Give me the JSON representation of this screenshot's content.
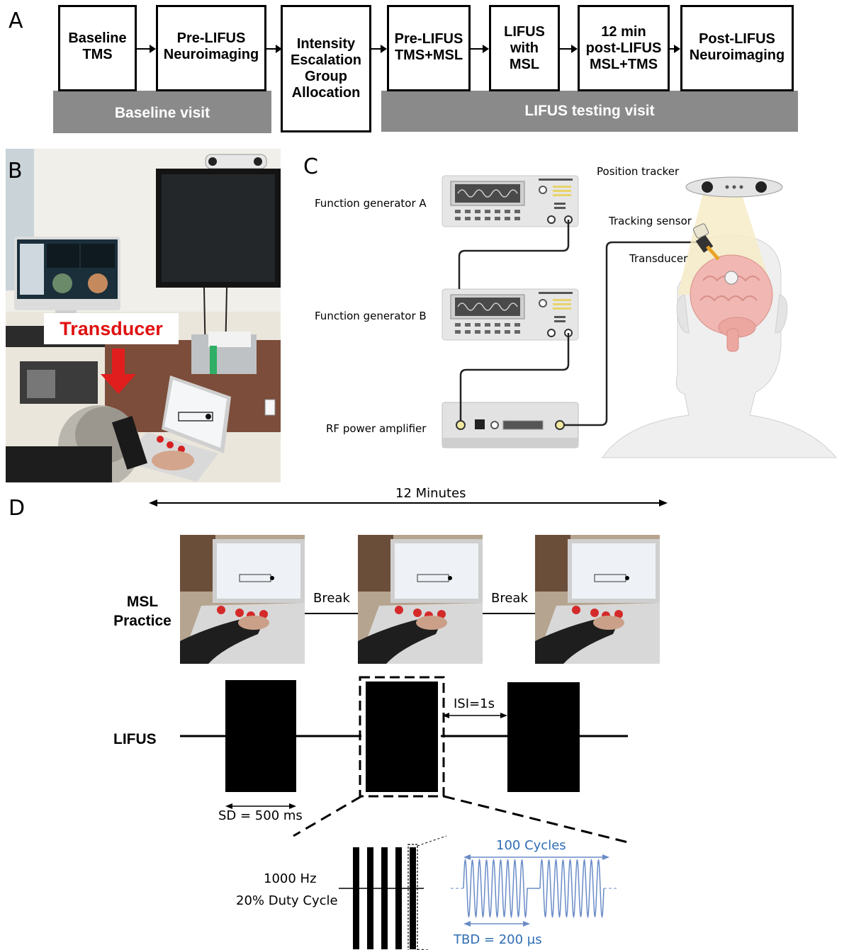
{
  "panel_a": {
    "letter": "A",
    "boxes": [
      {
        "label": "Baseline\nTMS"
      },
      {
        "label": "Pre-LIFUS\nNeuroimaging"
      },
      {
        "label": "Intensity\nEscalation\nGroup\nAllocation"
      },
      {
        "label": "Pre-LIFUS\nTMS+MSL"
      },
      {
        "label": "LIFUS\nwith\nMSL"
      },
      {
        "label": "12 min\npost-LIFUS\nMSL+TMS"
      },
      {
        "label": "Post-LIFUS\nNeuroimaging"
      }
    ],
    "baseline_visit": "Baseline visit",
    "testing_visit": "LIFUS testing visit"
  },
  "panel_b": {
    "letter": "B",
    "transducer_label": "Transducer"
  },
  "panel_c": {
    "letter": "C",
    "function_generator_a": "Function generator A",
    "function_generator_b": "Function generator B",
    "rf_amplifier": "RF power amplifier",
    "position_tracker": "Position tracker",
    "tracking_sensor": "Tracking sensor",
    "transducer": "Transducer"
  },
  "panel_d": {
    "letter": "D",
    "duration": "12 Minutes",
    "msl_practice": "MSL\nPractice",
    "break_1": "Break",
    "break_2": "Break",
    "lifus": "LIFUS",
    "isi": "ISI=1s",
    "sd": "SD = 500 ms",
    "frequency": "1000 Hz",
    "duty_cycle": "20% Duty Cycle",
    "cycles": "100 Cycles",
    "tbd": "TBD = 200 µs",
    "colors": {
      "wave": "#6a8cc7",
      "annotation": "#2e6db4"
    }
  }
}
